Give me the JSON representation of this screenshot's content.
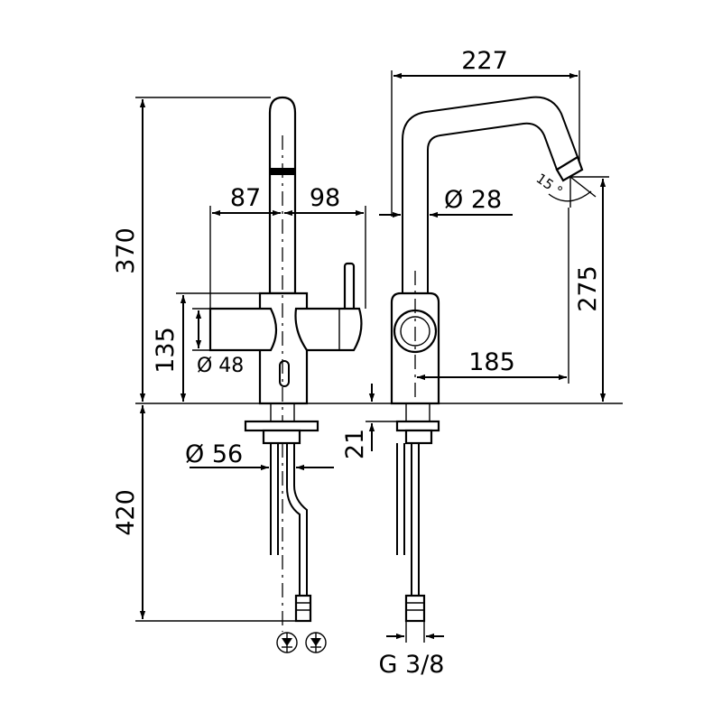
{
  "drawing": {
    "dimensions": {
      "total_height": "370",
      "base_height": "135",
      "lever_diameter": "Ø 48",
      "under_sink_length": "420",
      "left_reach": "87",
      "right_reach": "98",
      "base_diameter": "Ø 56",
      "spout_width": "227",
      "spout_diameter": "Ø 28",
      "spout_angle": "15 °",
      "outlet_height": "275",
      "spout_reach": "185",
      "counter_thickness": "21",
      "thread_size": "G 3/8"
    },
    "icons": [
      "check-valve-icon",
      "check-valve-icon"
    ]
  }
}
